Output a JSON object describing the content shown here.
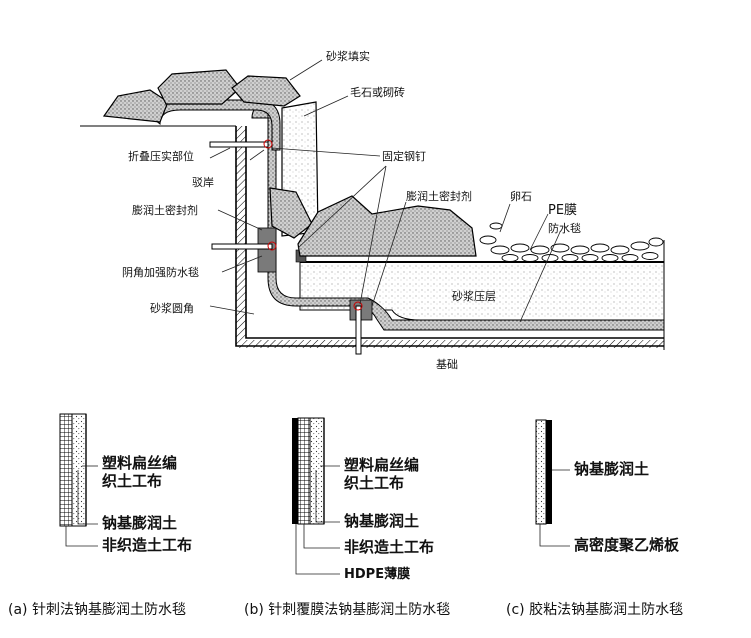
{
  "section": {
    "labels": {
      "mortar_fill": "砂浆填实",
      "rubble": "毛石或砌砖",
      "fold_compact": "折叠压实部位",
      "fixing_nail": "固定钢钉",
      "bank": "驳岸",
      "bentonite_sealant_left": "膨润土密封剂",
      "bentonite_sealant_mid": "膨润土密封剂",
      "pebble": "卵石",
      "pe_film": "PE膜",
      "waterproof_blanket": "防水毯",
      "corner_reinforce": "阴角加强防水毯",
      "mortar_layer": "砂浆压层",
      "mortar_fillet": "砂浆圆角",
      "foundation": "基础"
    }
  },
  "details": [
    {
      "id": "a",
      "layers": [
        "塑料扁丝编",
        "织土工布",
        "钠基膨润土",
        "非织造土工布"
      ],
      "caption": "(a) 针刺法钠基膨润土防水毯"
    },
    {
      "id": "b",
      "layers": [
        "塑料扁丝编",
        "织土工布",
        "钠基膨润土",
        "非织造土工布",
        "HDPE薄膜"
      ],
      "caption": "(b) 针刺覆膜法钠基膨润土防水毯"
    },
    {
      "id": "c",
      "layers": [
        "钠基膨润土",
        "高密度聚乙烯板"
      ],
      "caption": "(c) 胶粘法钠基膨润土防水毯"
    }
  ],
  "colors": {
    "ink": "#000000",
    "stone": "#c8c8c8",
    "stone_dark": "#9a9a9a",
    "membrane": "#e6e6e6"
  }
}
